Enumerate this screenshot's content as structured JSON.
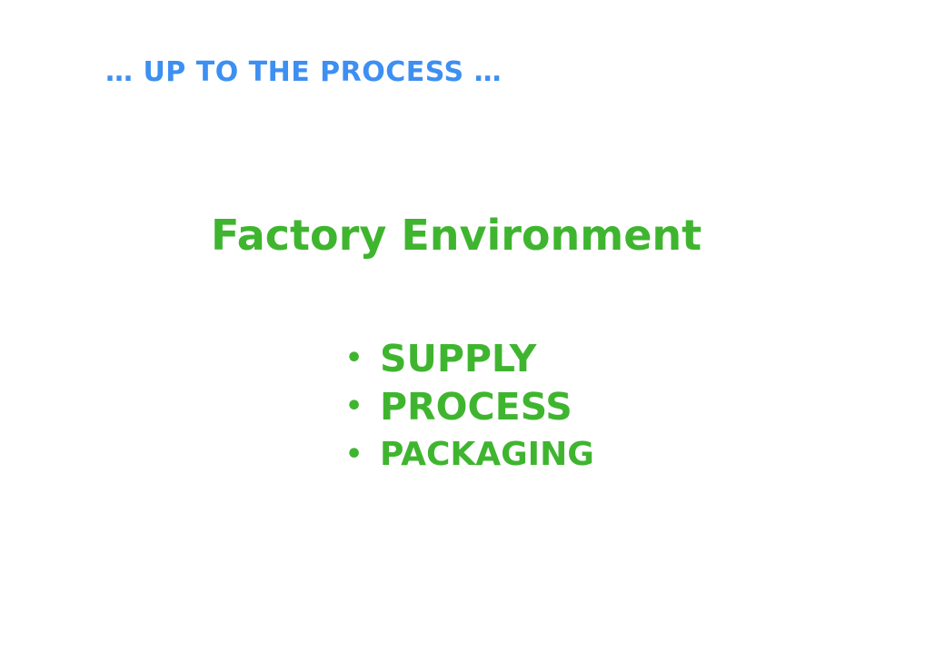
{
  "slide": {
    "header": "… UP TO THE PROCESS …",
    "title": "Factory Environment",
    "bullets": [
      "SUPPLY",
      "PROCESS",
      "PACKAGING"
    ]
  },
  "colors": {
    "header": "#3d8ff2",
    "accent": "#3fb52f",
    "background": "#ffffff"
  }
}
